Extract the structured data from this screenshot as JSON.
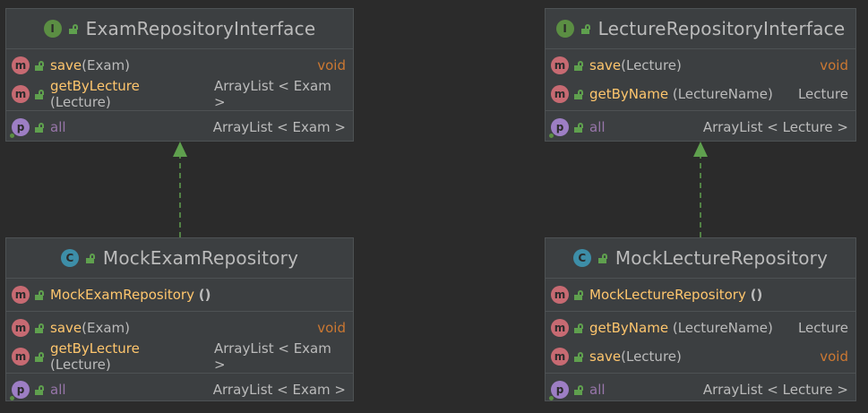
{
  "boxes": {
    "exam_interface": {
      "title": "ExamRepositoryInterface",
      "kind_badge": "I",
      "methods": [
        {
          "name": "save",
          "params": "Exam",
          "returns": "void"
        },
        {
          "name": "getByLecture",
          "params": "Lecture",
          "returns": "ArrayList < Exam >"
        }
      ],
      "properties": [
        {
          "name": "all",
          "type": "ArrayList < Exam >"
        }
      ]
    },
    "lecture_interface": {
      "title": "LectureRepositoryInterface",
      "kind_badge": "I",
      "methods": [
        {
          "name": "save",
          "params": "Lecture",
          "returns": "void"
        },
        {
          "name": "getByName",
          "params": "LectureName",
          "returns": "Lecture"
        }
      ],
      "properties": [
        {
          "name": "all",
          "type": "ArrayList < Lecture >"
        }
      ]
    },
    "mock_exam": {
      "title": "MockExamRepository",
      "kind_badge": "C",
      "constructor": "MockExamRepository",
      "methods": [
        {
          "name": "save",
          "params": "Exam",
          "returns": "void"
        },
        {
          "name": "getByLecture",
          "params": "Lecture",
          "returns": "ArrayList < Exam >"
        }
      ],
      "properties": [
        {
          "name": "all",
          "type": "ArrayList < Exam >"
        }
      ]
    },
    "mock_lecture": {
      "title": "MockLectureRepository",
      "kind_badge": "C",
      "constructor": "MockLectureRepository",
      "methods": [
        {
          "name": "getByName",
          "params": "LectureName",
          "returns": "Lecture"
        },
        {
          "name": "save",
          "params": "Lecture",
          "returns": "void"
        }
      ],
      "properties": [
        {
          "name": "all",
          "type": "ArrayList < Lecture >"
        }
      ]
    }
  },
  "badges": {
    "method": "m",
    "property": "p"
  },
  "colors": {
    "background": "#2b2b2b",
    "box": "#3c3f41",
    "method_name": "#ffc66d",
    "property_name": "#9876aa",
    "void_type": "#cc7832",
    "arrow": "#5fa04e"
  }
}
